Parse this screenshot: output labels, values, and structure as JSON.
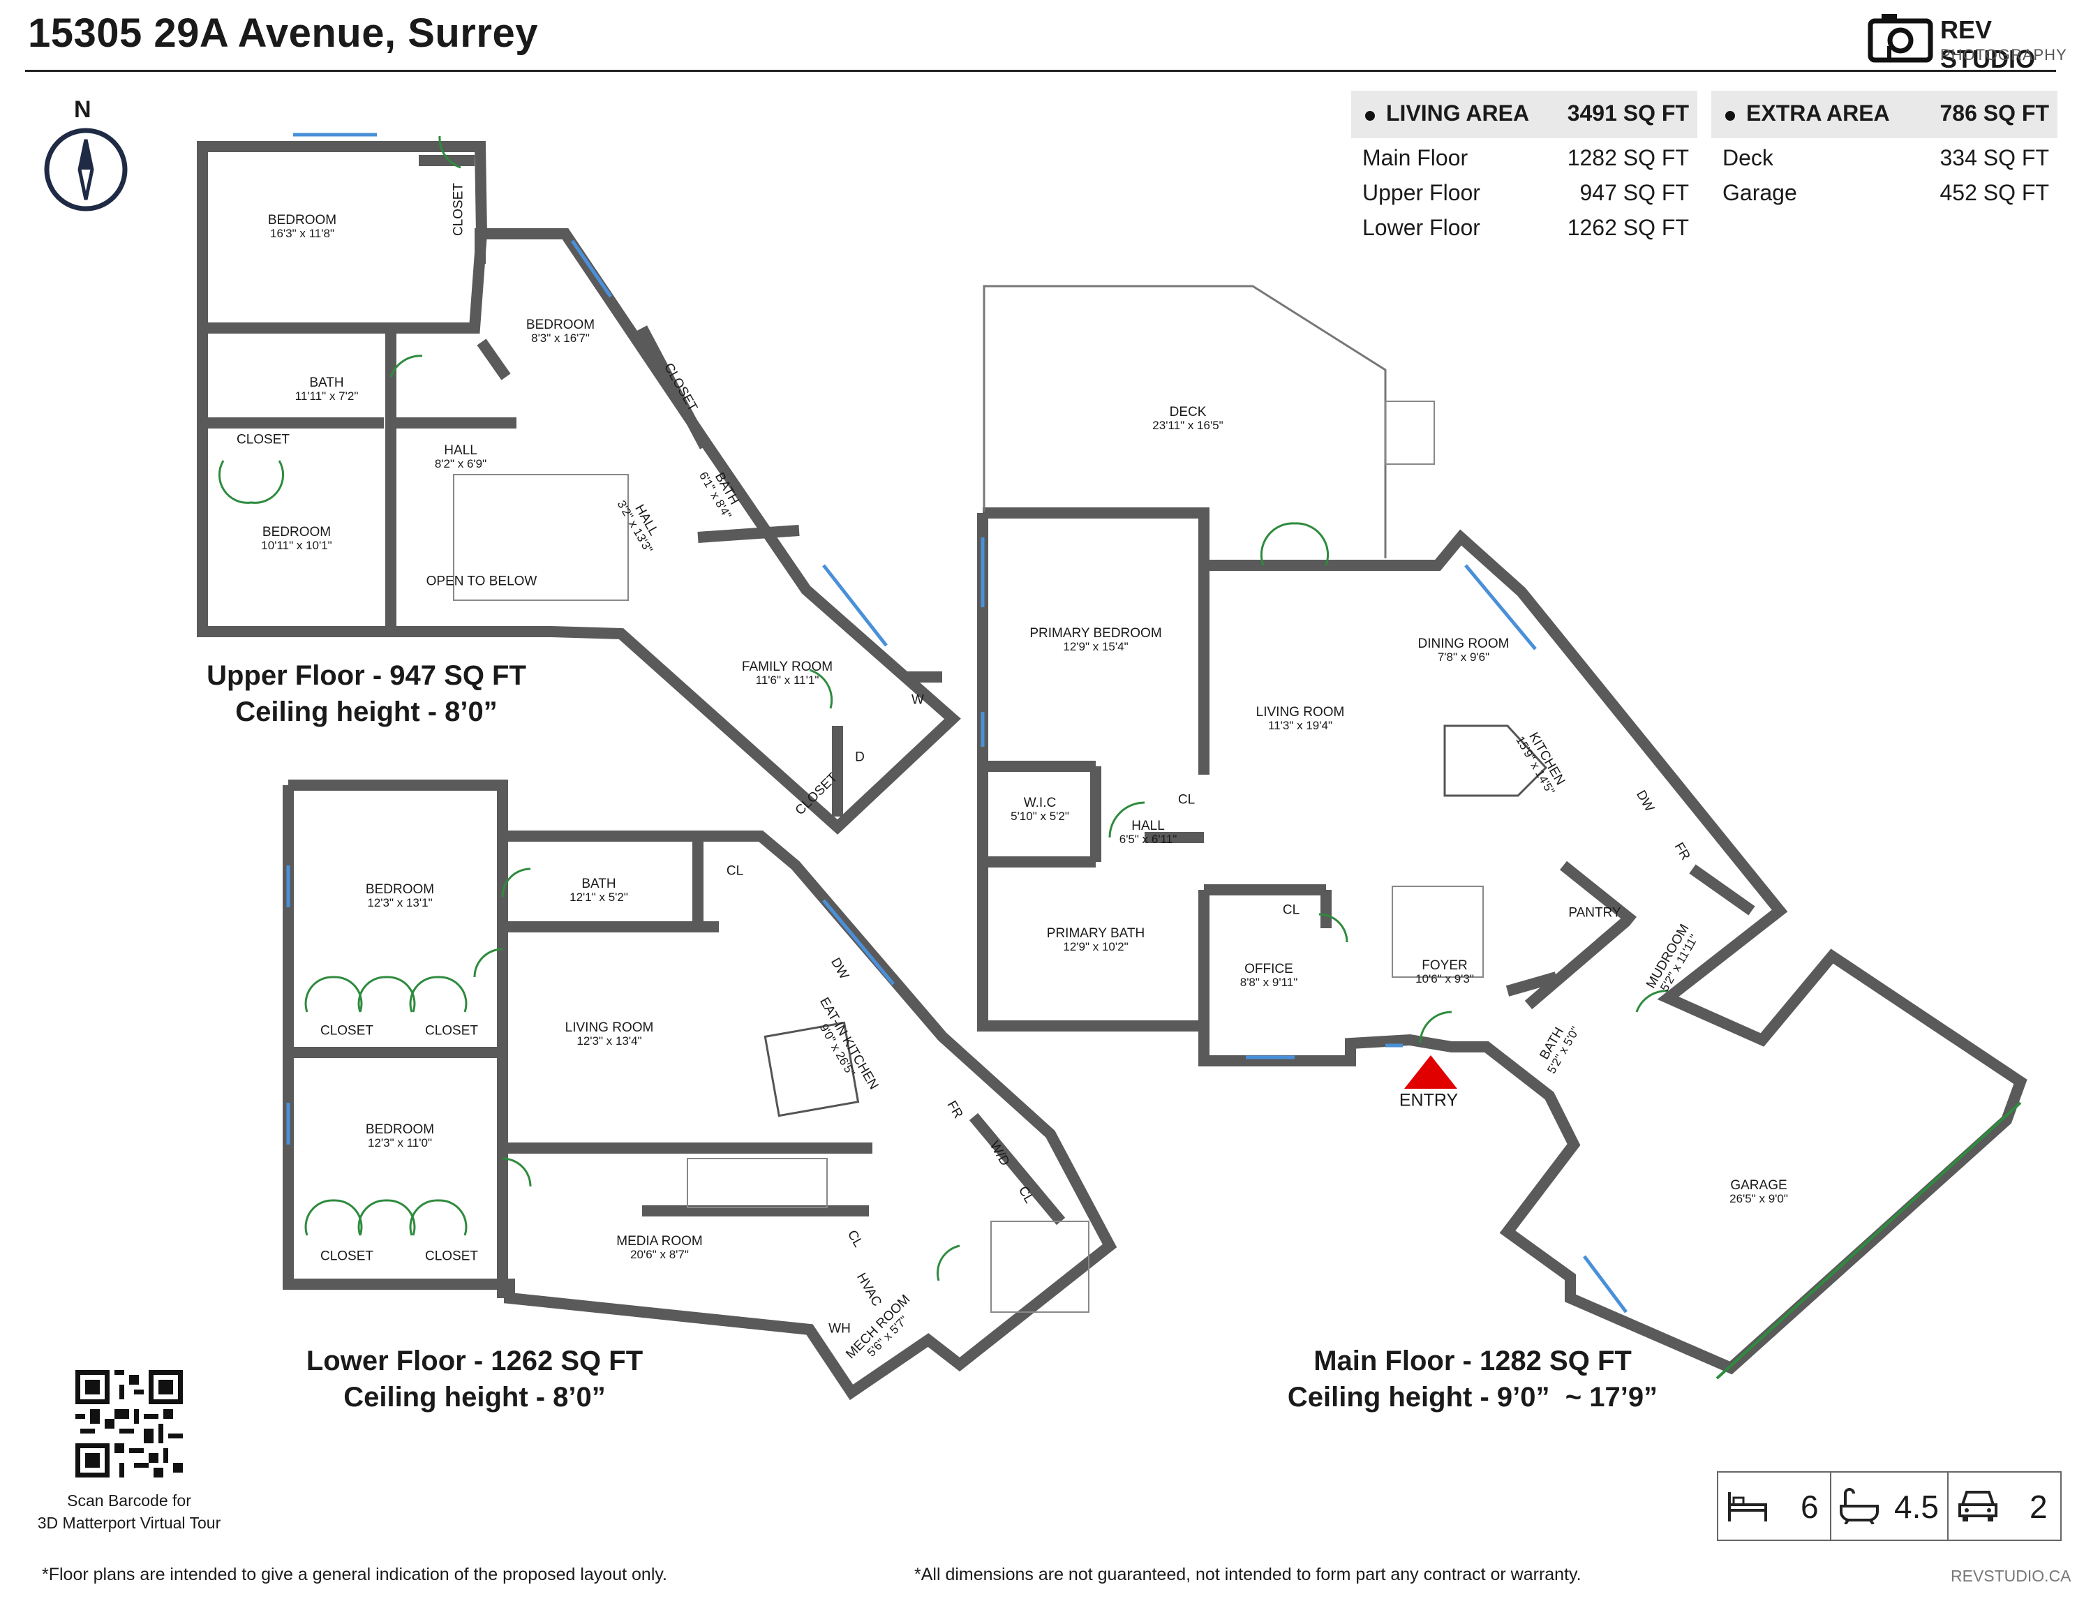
{
  "title": "15305 29A Avenue, Surrey",
  "logo": {
    "line1": "REV STUDIO",
    "line2": "PHOTOGRAPHY"
  },
  "compass": {
    "label": "N"
  },
  "living_area": {
    "label": "LIVING AREA",
    "total": "3491 SQ FT",
    "rows": [
      {
        "name": "Main Floor",
        "value": "1282 SQ FT"
      },
      {
        "name": "Upper Floor",
        "value": "947 SQ FT"
      },
      {
        "name": "Lower Floor",
        "value": "1262 SQ FT"
      }
    ]
  },
  "extra_area": {
    "label": "EXTRA AREA",
    "total": "786 SQ FT",
    "rows": [
      {
        "name": "Deck",
        "value": "334 SQ FT"
      },
      {
        "name": "Garage",
        "value": "452 SQ FT"
      }
    ]
  },
  "floors": {
    "upper": {
      "line1": "Upper Floor - 947 SQ FT",
      "line2": "Ceiling height - 8’0”"
    },
    "lower": {
      "line1": "Lower Floor - 1262 SQ FT",
      "line2": "Ceiling height - 8’0”"
    },
    "main": {
      "line1": "Main Floor - 1282 SQ FT",
      "line2": "Ceiling height - 9’0”  ~ 17’9”"
    }
  },
  "rooms": {
    "upper_bedroom1": {
      "name": "BEDROOM",
      "dim": "16'3\" x 11'8\""
    },
    "upper_closet1": {
      "name": "CLOSET"
    },
    "upper_bedroom2": {
      "name": "BEDROOM",
      "dim": "8'3\" x 16'7\""
    },
    "upper_bath1": {
      "name": "BATH",
      "dim": "11'11\" x 7'2\""
    },
    "upper_closet2": {
      "name": "CLOSET"
    },
    "upper_closet3": {
      "name": "CLOSET"
    },
    "upper_hall1": {
      "name": "HALL",
      "dim": "8'2\" x 6'9\""
    },
    "upper_hall2": {
      "name": "HALL",
      "dim": "3'2\" x 13'3\""
    },
    "upper_bath2": {
      "name": "BATH",
      "dim": "6'1\" x 8'4\""
    },
    "upper_bedroom3": {
      "name": "BEDROOM",
      "dim": "10'11\" x 10'1\""
    },
    "upper_open": {
      "name": "OPEN TO BELOW"
    },
    "upper_family": {
      "name": "FAMILY ROOM",
      "dim": "11'6\" x 11'1\""
    },
    "upper_w": {
      "name": "W"
    },
    "upper_d": {
      "name": "D"
    },
    "upper_closet4": {
      "name": "CLOSET"
    },
    "lower_bedroom1": {
      "name": "BEDROOM",
      "dim": "12'3\" x 13'1\""
    },
    "lower_bath": {
      "name": "BATH",
      "dim": "12'1\" x 5'2\""
    },
    "lower_cl1": {
      "name": "CL"
    },
    "lower_closet1": {
      "name": "CLOSET"
    },
    "lower_closet2": {
      "name": "CLOSET"
    },
    "lower_living": {
      "name": "LIVING ROOM",
      "dim": "12'3\" x 13'4\""
    },
    "lower_dw": {
      "name": "DW"
    },
    "lower_kitchen": {
      "name": "EAT-IN KITCHEN",
      "dim": "9'0\" x 26'5\""
    },
    "lower_fr": {
      "name": "FR"
    },
    "lower_bedroom2": {
      "name": "BEDROOM",
      "dim": "12'3\" x 11'0\""
    },
    "lower_wd": {
      "name": "W/D"
    },
    "lower_cl2": {
      "name": "CL"
    },
    "lower_closet3": {
      "name": "CLOSET"
    },
    "lower_closet4": {
      "name": "CLOSET"
    },
    "lower_media": {
      "name": "MEDIA ROOM",
      "dim": "20'6\" x 8'7\""
    },
    "lower_cl3": {
      "name": "CL"
    },
    "lower_hvac": {
      "name": "HVAC"
    },
    "lower_wh": {
      "name": "WH"
    },
    "lower_mech": {
      "name": "MECH ROOM",
      "dim": "5'6\" x 5'7\""
    },
    "main_deck": {
      "name": "DECK",
      "dim": "23'11\" x 16'5\""
    },
    "main_primary_bed": {
      "name": "PRIMARY BEDROOM",
      "dim": "12'9\" x 15'4\""
    },
    "main_dining": {
      "name": "DINING ROOM",
      "dim": "7'8\" x 9'6\""
    },
    "main_living": {
      "name": "LIVING ROOM",
      "dim": "11'3\" x 19'4\""
    },
    "main_kitchen": {
      "name": "KITCHEN",
      "dim": "15'9\" x 14'5\""
    },
    "main_dw": {
      "name": "DW"
    },
    "main_fr": {
      "name": "FR"
    },
    "main_wic": {
      "name": "W.I.C",
      "dim": "5'10\" x 5'2\""
    },
    "main_cl1": {
      "name": "CL"
    },
    "main_hall": {
      "name": "HALL",
      "dim": "6'5\" x 6'11\""
    },
    "main_cl2": {
      "name": "CL"
    },
    "main_pantry": {
      "name": "PANTRY"
    },
    "main_primary_bath": {
      "name": "PRIMARY BATH",
      "dim": "12'9\" x 10'2\""
    },
    "main_office": {
      "name": "OFFICE",
      "dim": "8'8\" x 9'11\""
    },
    "main_foyer": {
      "name": "FOYER",
      "dim": "10'6\" x 9'3\""
    },
    "main_mudroom": {
      "name": "MUDROOM",
      "dim": "5'2\" x 11'11\""
    },
    "main_bath": {
      "name": "BATH",
      "dim": "5'2\" x 5'0\""
    },
    "main_entry": {
      "name": "ENTRY"
    },
    "main_garage": {
      "name": "GARAGE",
      "dim": "26'5\" x 9'0\""
    }
  },
  "qr": {
    "line1": "Scan Barcode for",
    "line2": "3D Matterport Virtual Tour"
  },
  "footer": {
    "left": "*Floor plans are intended to give a general indication of the proposed layout only.",
    "center": "*All dimensions are not guaranteed, not intended to form part any contract or warranty.",
    "right": "REVSTUDIO.CA"
  },
  "summary": {
    "beds": "6",
    "baths": "4.5",
    "garage": "2"
  },
  "colors": {
    "wall": "#5a5a5a",
    "door": "#2e8b3e",
    "window": "#4a90d9",
    "entry": "#e00000"
  }
}
